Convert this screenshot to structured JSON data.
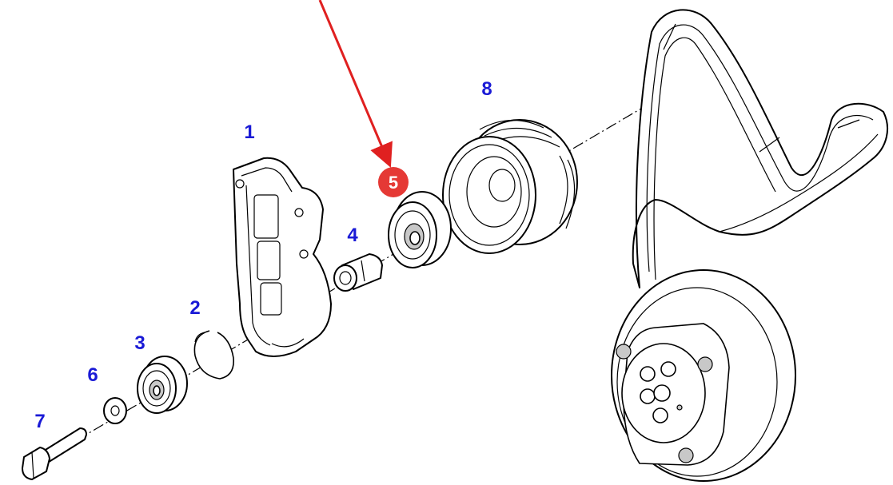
{
  "callouts": {
    "c1": "1",
    "c2": "2",
    "c3": "3",
    "c4": "4",
    "c5": "5",
    "c6": "6",
    "c7": "7",
    "c8": "8"
  },
  "highlight": {
    "label": "5",
    "badge_color": "#e53935",
    "arrow_color": "#e02020"
  },
  "label_color": "#1a1ad6"
}
